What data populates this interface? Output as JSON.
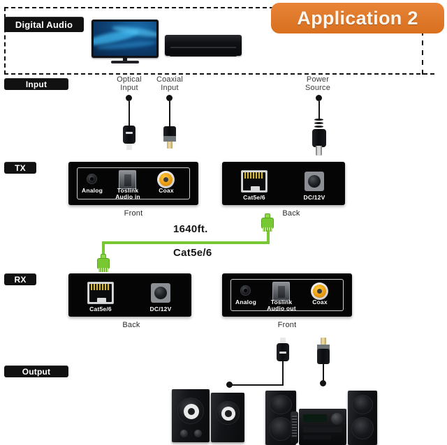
{
  "banner": {
    "label": "Application 2"
  },
  "top_section": {
    "tag": "Digital Audio",
    "devices": [
      {
        "name": "tv",
        "label": ""
      },
      {
        "name": "blu-ray-player",
        "label": ""
      }
    ]
  },
  "row_labels": {
    "input": "Input",
    "tx": "TX",
    "rx": "RX",
    "output": "Output"
  },
  "source_labels": {
    "optical": "Optical\nInput",
    "optical_l1": "Optical",
    "optical_l2": "Input",
    "coaxial_l1": "Coaxial",
    "coaxial_l2": "Input",
    "power_l1": "Power",
    "power_l2": "Source"
  },
  "tx_front": {
    "side": "Front",
    "ports": [
      {
        "name": "analog",
        "label": "Analog"
      },
      {
        "name": "toslink",
        "label_line1": "Toslink",
        "label_line2": "Audio in"
      },
      {
        "name": "coax",
        "label": "Coax"
      }
    ]
  },
  "tx_back": {
    "side": "Back",
    "ports": [
      {
        "name": "cat5e6",
        "label": "Cat5e/6"
      },
      {
        "name": "dc12v",
        "label": "DC/12V"
      }
    ]
  },
  "rx_back": {
    "side": "Back",
    "ports": [
      {
        "name": "cat5e6",
        "label": "Cat5e/6"
      },
      {
        "name": "dc12v",
        "label": "DC/12V"
      }
    ]
  },
  "rx_front": {
    "side": "Front",
    "ports": [
      {
        "name": "analog",
        "label": "Analog"
      },
      {
        "name": "toslink",
        "label_line1": "Toslink",
        "label_line2": "Audio out"
      },
      {
        "name": "coax",
        "label": "Coax"
      }
    ]
  },
  "link": {
    "distance": "1640ft.",
    "cable_type": "Cat5e/6"
  },
  "colors": {
    "banner_orange": "#e07a2c",
    "cable_green": "#77c832",
    "panel_black": "#050506",
    "tag_black": "#111111",
    "rca_orange": "#f0a517"
  }
}
